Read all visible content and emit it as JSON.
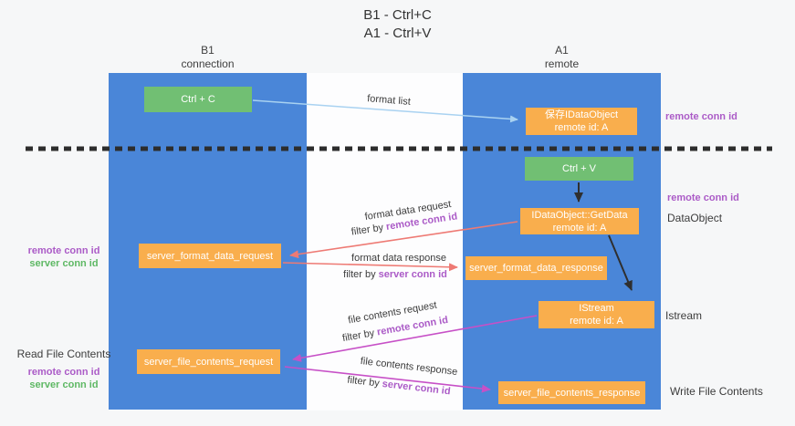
{
  "title": {
    "line1": "B1 - Ctrl+C",
    "line2": "A1 - Ctrl+V"
  },
  "lanes": {
    "b1": {
      "title": "B1",
      "subtitle": "connection"
    },
    "a1": {
      "title": "A1",
      "subtitle": "remote"
    }
  },
  "nodes": {
    "ctrl_c": {
      "label": "Ctrl + C"
    },
    "save_idataobject": {
      "line1": "保存IDataObject",
      "line2": "remote id: A"
    },
    "ctrl_v": {
      "label": "Ctrl + V"
    },
    "getdata": {
      "line1": "IDataObject::GetData",
      "line2": "remote id: A"
    },
    "server_format_data_request": {
      "label": "server_format_data_request"
    },
    "server_format_data_response": {
      "label": "server_format_data_response"
    },
    "istream": {
      "line1": "IStream",
      "line2": "remote id: A"
    },
    "server_file_contents_request": {
      "label": "server_file_contents_request"
    },
    "server_file_contents_response": {
      "label": "server_file_contents_response"
    }
  },
  "edges": {
    "format_list": {
      "label": "format list"
    },
    "format_data_request": {
      "label": "format data request",
      "filter_prefix": "filter by ",
      "filter_key": "remote conn id"
    },
    "format_data_response": {
      "label": "format data response",
      "filter_prefix": "filter by ",
      "filter_key": "server conn id"
    },
    "file_contents_request": {
      "label": "file contents request",
      "filter_prefix": "filter by ",
      "filter_key": "remote conn id"
    },
    "file_contents_response": {
      "label": "file contents response",
      "filter_prefix": "filter by ",
      "filter_key": "server conn id"
    }
  },
  "annotations": {
    "right": {
      "remote_conn_id_top": "remote conn id",
      "remote_conn_id_mid": "remote conn id",
      "dataobject": "DataObject",
      "istream": "Istream",
      "write_file_contents": "Write File Contents"
    },
    "left": {
      "remote_conn_id_mid": "remote conn id",
      "server_conn_id_mid": "server conn id",
      "read_file_contents": "Read File Contents",
      "remote_conn_id_bottom": "remote conn id",
      "server_conn_id_bottom": "server conn id"
    }
  },
  "colors": {
    "lane_blue": "#4a86d8",
    "node_green": "#71bf73",
    "node_orange": "#f9ae4d",
    "arrow_light_blue": "#a9d2f1",
    "arrow_red": "#ee7a74",
    "arrow_magenta": "#c750c7",
    "arrow_black": "#2f2f2f",
    "text_purple": "#ab5bc7",
    "text_green": "#5eb864"
  }
}
